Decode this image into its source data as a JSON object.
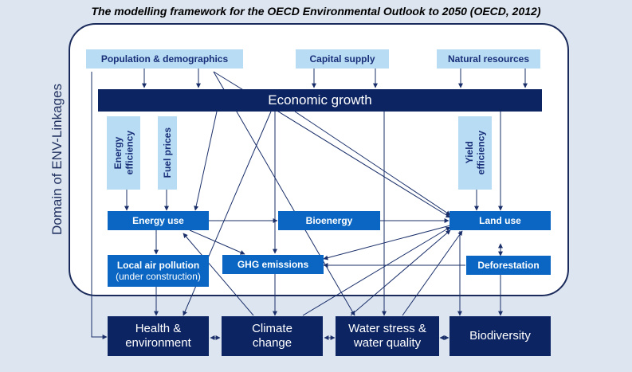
{
  "title": "The modelling framework for the OECD Environmental Outlook to 2050 (OECD, 2012)",
  "domain_label": "Domain of ENV-Linkages",
  "inputs": {
    "population": "Population & demographics",
    "capital": "Capital supply",
    "natural": "Natural resources"
  },
  "economic_growth": "Economic growth",
  "drivers": {
    "energy_efficiency": [
      "Energy",
      "efficiency"
    ],
    "fuel_prices": "Fuel prices",
    "yield_efficiency": [
      "Yield",
      "efficiency"
    ]
  },
  "model_nodes": {
    "energy_use": "Energy use",
    "bioenergy": "Bioenergy",
    "land_use": "Land use",
    "local_air_pollution": "Local air pollution",
    "local_air_pollution_note": "(under construction)",
    "ghg_emissions": "GHG emissions",
    "deforestation": "Deforestation"
  },
  "outcomes": {
    "health": [
      "Health &",
      "environment"
    ],
    "climate": [
      "Climate",
      "change"
    ],
    "water": [
      "Water stress &",
      "water quality"
    ],
    "biodiversity": "Biodiversity"
  },
  "colors": {
    "background": "#dde6f0",
    "light_box": "#b7dcf3",
    "mid_box": "#0a66c2",
    "dark_box": "#0c2462",
    "arrow": "#1a2f6a"
  }
}
